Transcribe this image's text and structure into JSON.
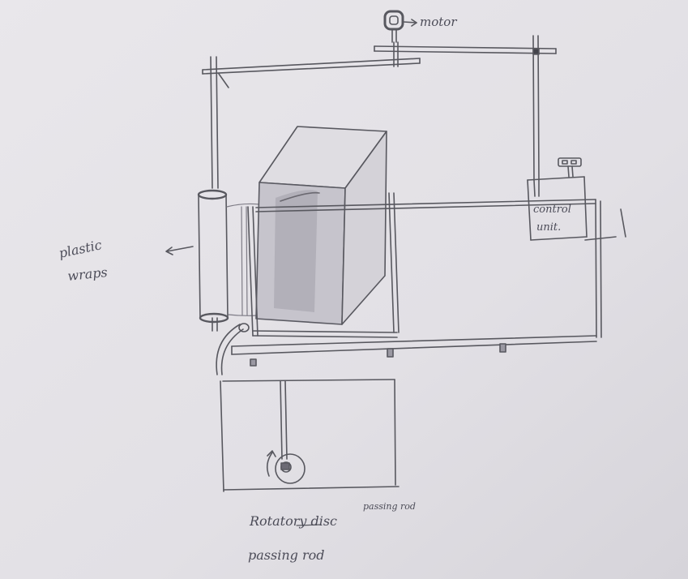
{
  "labels": {
    "motor": "motor",
    "control_unit_line1": "control",
    "control_unit_line2": "unit.",
    "plastic_line1": "plastic",
    "plastic_line2": "wraps",
    "rotatory_disc": "Rotatory disc",
    "passing_rod": "passing rod",
    "faint_note": "passing rod"
  },
  "colors": {
    "paper": "#e4e2e6",
    "pencil": "#54545e",
    "pencil_light": "#8e8c96",
    "shade": "#b8b6bf"
  }
}
